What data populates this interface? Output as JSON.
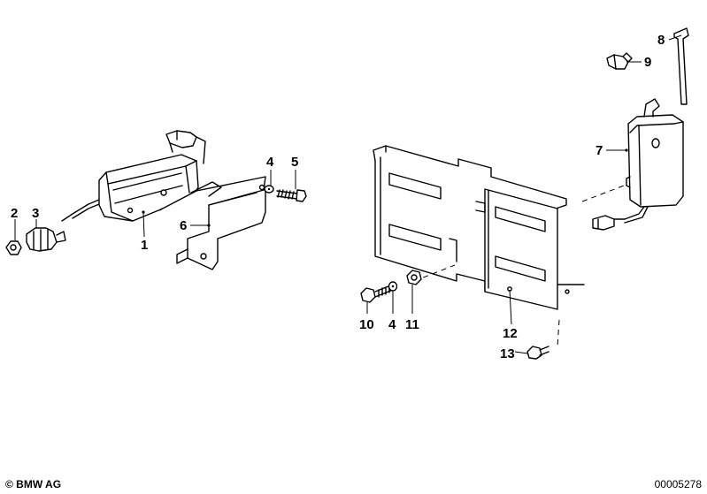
{
  "labels": {
    "p1": "1",
    "p2": "2",
    "p3": "3",
    "p4a": "4",
    "p5": "5",
    "p6": "6",
    "p7": "7",
    "p8": "8",
    "p9": "9",
    "p10": "10",
    "p4b": "4",
    "p11": "11",
    "p12": "12",
    "p13": "13"
  },
  "footer": {
    "copyright": "© BMW AG",
    "diagram_number": "00005278"
  }
}
